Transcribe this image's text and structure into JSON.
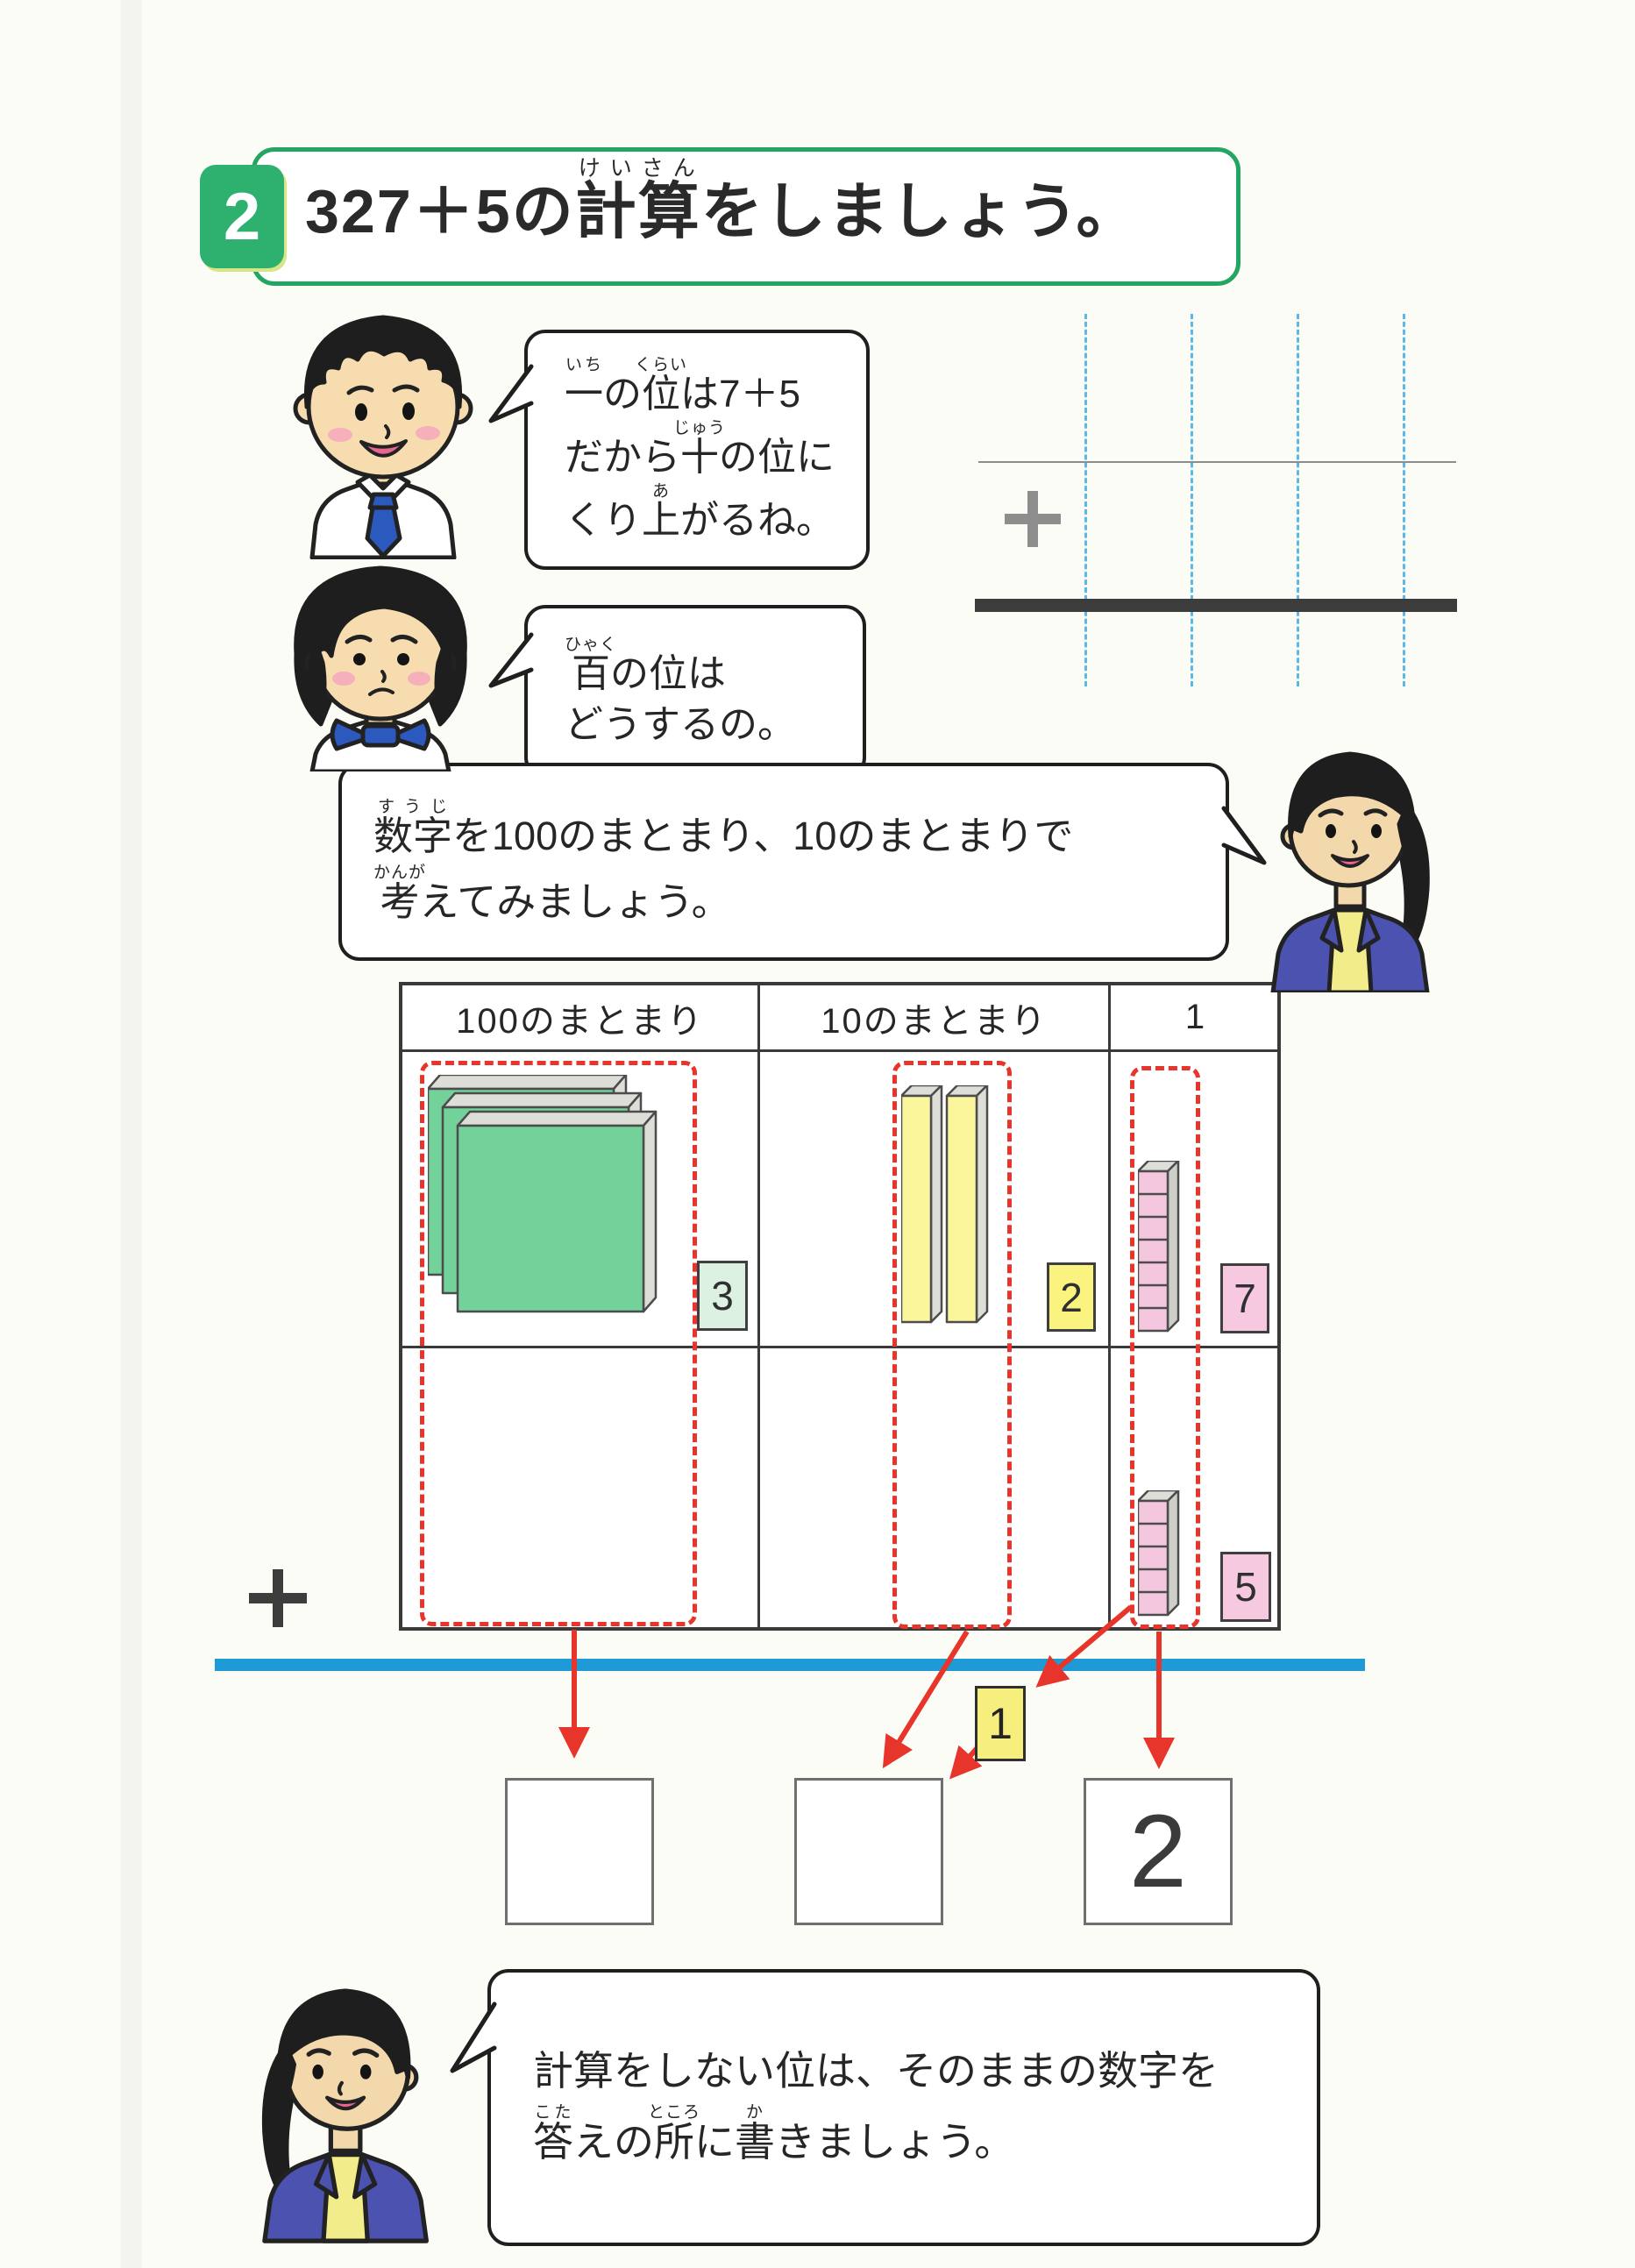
{
  "colors": {
    "accent_green": "#24A562",
    "badge_green": "#2EB06E",
    "dashed_red": "#E7352B",
    "guide_blue": "#5AB9E8",
    "answer_line_blue": "#1E9BD7",
    "hundred_flat_green": "#73D19A",
    "ten_rod_yellow": "#FBF59C",
    "one_cube_pink": "#F5C7DF",
    "label_green_bg": "#DCF1E1",
    "label_yellow_bg": "#FAF37F",
    "label_pink_bg": "#F6C9E1",
    "carry_tag_yellow": "#F6EF7D"
  },
  "title": {
    "badge": "2",
    "pre": "327＋5の",
    "kanji": "計算",
    "furigana": "けいさん",
    "post": "をしましょう。"
  },
  "bubbles": {
    "boy": {
      "l1": {
        "b1": "一",
        "r1": "いち",
        "t1": "の",
        "b2": "位",
        "r2": "くらい",
        "t2": "は7＋5"
      },
      "l2": {
        "t1": "だから",
        "b1": "十",
        "r1": "じゅう",
        "t2": "の位に"
      },
      "l3": {
        "t1": "くり",
        "b1": "上",
        "r1": "あ",
        "t2": "がるね。"
      }
    },
    "girl": {
      "l1": {
        "b1": "百",
        "r1": "ひゃく",
        "t1": "の位は"
      },
      "l2": {
        "t1": "どうするの。"
      }
    },
    "teacher": {
      "l1": {
        "b1": "数字",
        "r1": "すうじ",
        "t1": "を100のまとまり、10のまとまりで"
      },
      "l2": {
        "b1": "考",
        "r1": "かんが",
        "t1": "えてみましょう。"
      }
    },
    "teacher2": {
      "l1": {
        "t1": "計算をしない位は、そのままの数字を"
      },
      "l2": {
        "b1": "答",
        "r1": "こた",
        "t1": "えの",
        "b2": "所",
        "r2": "ところ",
        "t2": "に",
        "b3": "書",
        "r3": "か",
        "t3": "きましょう。"
      }
    }
  },
  "calc_grid": {
    "operator": "＋"
  },
  "table": {
    "headers": [
      "100のまとまり",
      "10のまとまり",
      "1"
    ],
    "row1": {
      "hundreds_label": "3",
      "tens_label": "2",
      "ones_label": "7",
      "hundred_flats": 3,
      "ten_rods": 2,
      "one_cubes": 7
    },
    "row2": {
      "ones_label": "5",
      "one_cubes": 5
    },
    "operator": "＋"
  },
  "carry_label": "1",
  "answers": {
    "hundreds": "",
    "tens": "",
    "ones": "2"
  }
}
